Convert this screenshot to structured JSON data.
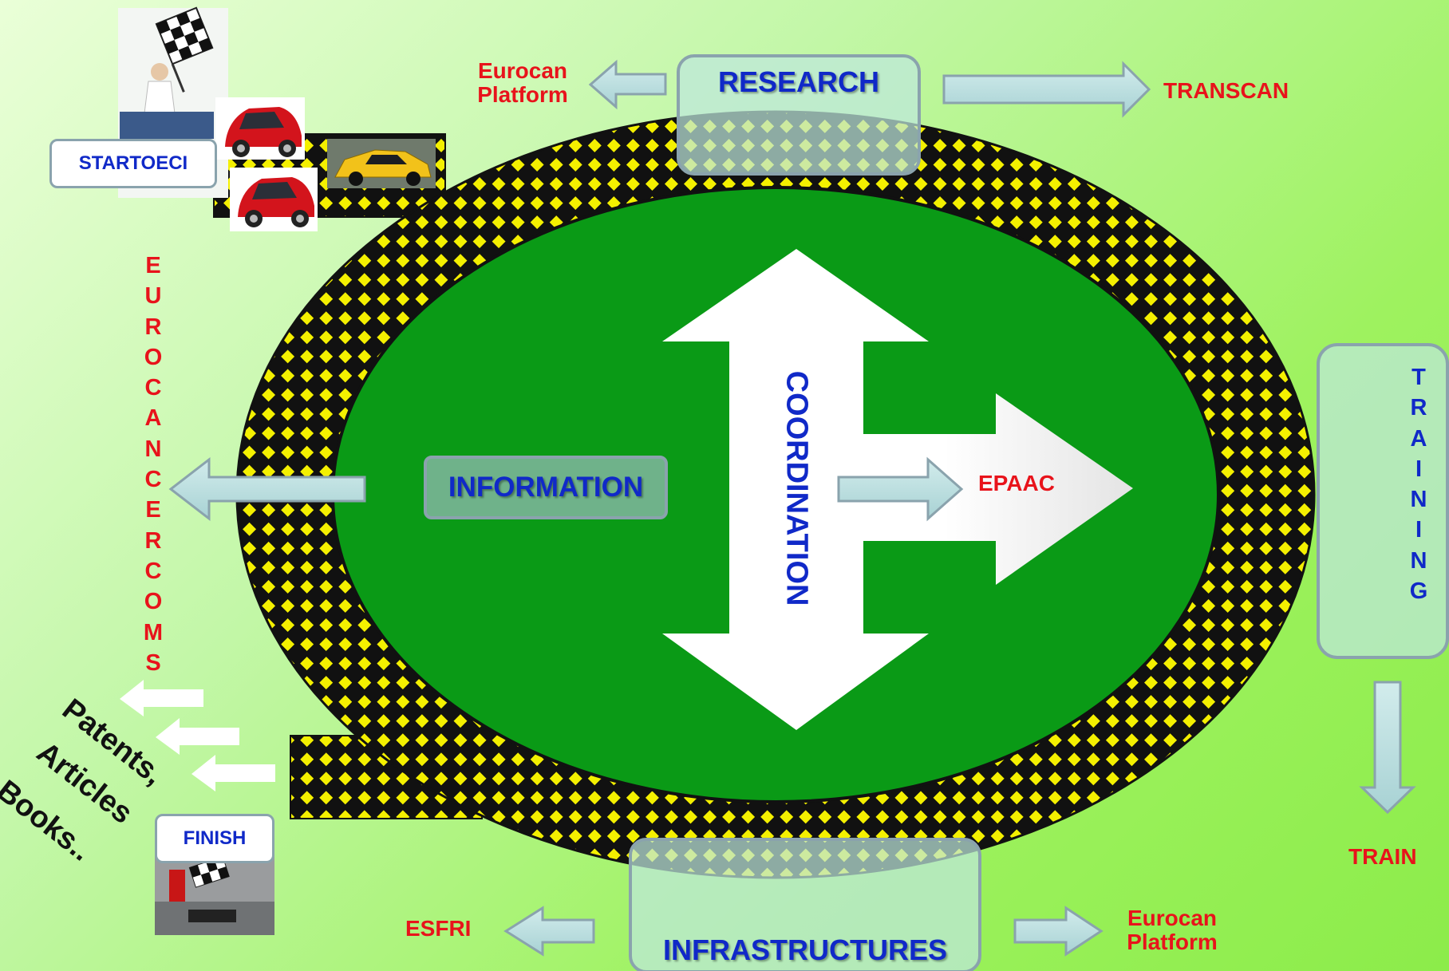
{
  "center": {
    "label": "COORDINATION",
    "info_label": "INFORMATION",
    "right_target": "EPAAC"
  },
  "research": {
    "label": "RESEARCH",
    "left_target_line1": "Eurocan",
    "left_target_line2": "Platform",
    "right_target": "TRANSCAN"
  },
  "training": {
    "label": "TRAINING",
    "target": "TRAIN"
  },
  "infrastructures": {
    "label": "INFRASTRUCTURES",
    "left_target": "ESFRI",
    "right_target_line1": "Eurocan",
    "right_target_line2": "Platform"
  },
  "start": {
    "label": "STARTOECI"
  },
  "finish": {
    "label": "FINISH"
  },
  "information_target": "EUROCANCERCOMS",
  "outputs": {
    "line1": "Patents,",
    "line2": "Articles",
    "line3": "Books.."
  },
  "colors": {
    "track_check_a": "#111111",
    "track_check_b": "#f4f000",
    "infield": "#0a9a16",
    "label_red": "#e8131b",
    "label_blue": "#1029c8",
    "translucent_box": "#bee8dc",
    "arrow_fill": "#b9dee0"
  },
  "icons": [
    "checkered-flag-icon",
    "red-car-icon",
    "yellow-sports-car-icon",
    "finish-flag-photo-icon"
  ]
}
